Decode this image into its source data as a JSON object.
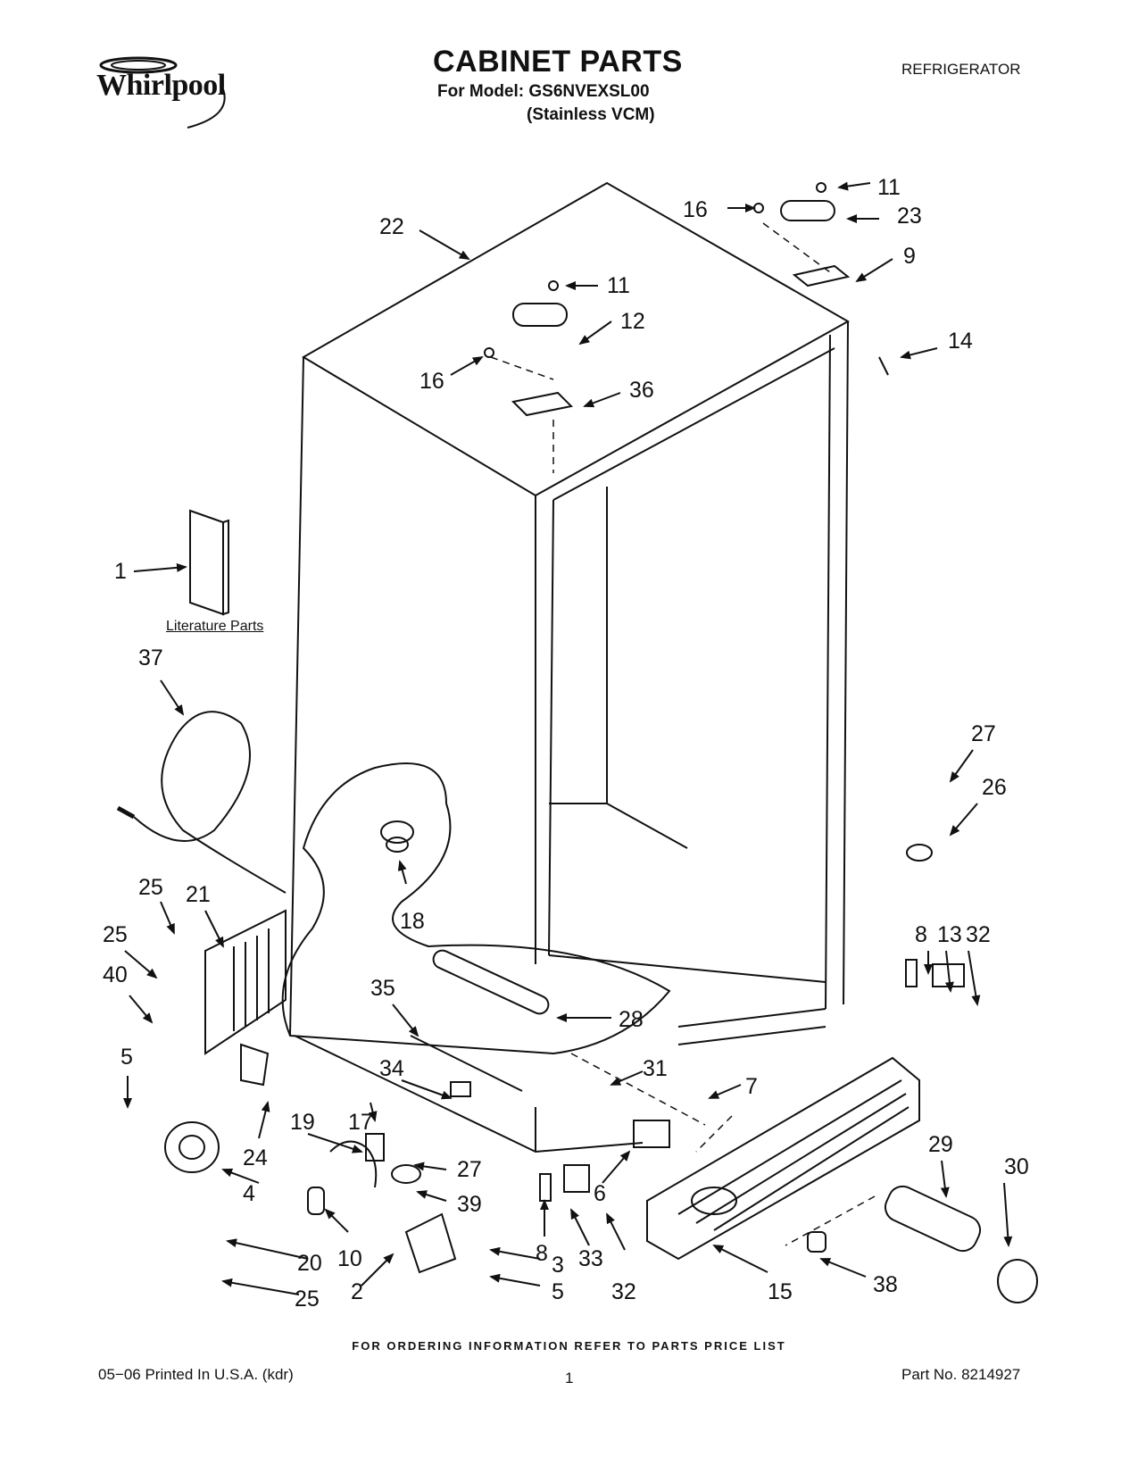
{
  "header": {
    "brand": "Whirlpool",
    "title": "CABINET PARTS",
    "model_line": "For Model: GS6NVEXSL00",
    "model_variant": "(Stainless VCM)",
    "category": "REFRIGERATOR"
  },
  "diagram": {
    "literature_caption": "Literature Parts",
    "callouts": [
      "22",
      "16",
      "11",
      "23",
      "9",
      "11",
      "12",
      "14",
      "16",
      "36",
      "1",
      "37",
      "27",
      "26",
      "25",
      "21",
      "18",
      "25",
      "40",
      "35",
      "28",
      "8",
      "13",
      "32",
      "5",
      "34",
      "31",
      "7",
      "19",
      "17",
      "24",
      "27",
      "4",
      "39",
      "29",
      "30",
      "6",
      "8",
      "33",
      "20",
      "10",
      "3",
      "2",
      "5",
      "25",
      "32",
      "15",
      "38"
    ]
  },
  "footer": {
    "order_note": "FOR ORDERING INFORMATION REFER TO PARTS PRICE LIST",
    "print_info": "05−06 Printed In U.S.A. (kdr)",
    "page_number": "1",
    "part_number": "Part No. 8214927"
  }
}
